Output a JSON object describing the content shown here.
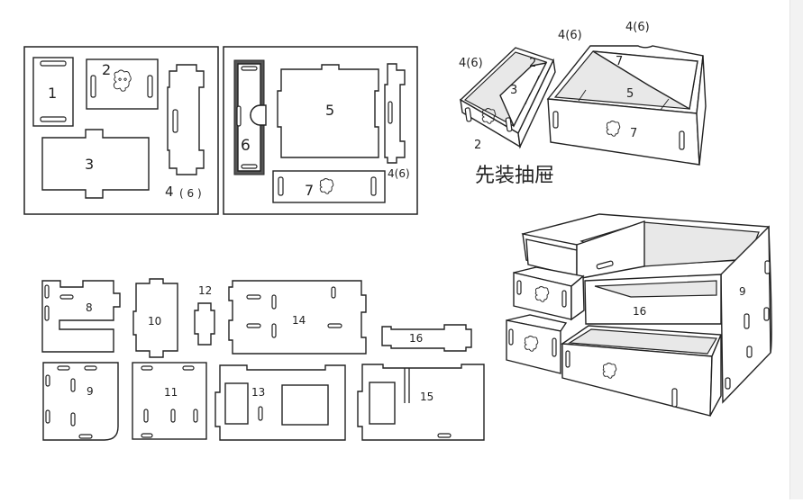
{
  "labels": {
    "p1": "1",
    "p2": "2",
    "p3": "3",
    "p4": "4",
    "p4s": "( 6 )",
    "p5": "5",
    "p6": "6",
    "p7": "7",
    "p46a": "4(6)",
    "d46a": "4(6)",
    "d46b": "4(6)",
    "d46c": "4(6)",
    "d2a": "2",
    "d3": "3",
    "d2b": "2",
    "d7a": "7",
    "d5": "5",
    "d7b": "7",
    "caption": "先装抽屉",
    "p8": "8",
    "p10": "10",
    "p12": "12",
    "p14": "14",
    "p16": "16",
    "p9": "9",
    "p11": "11",
    "p13": "13",
    "p15": "15",
    "a9": "9",
    "a16": "16"
  }
}
